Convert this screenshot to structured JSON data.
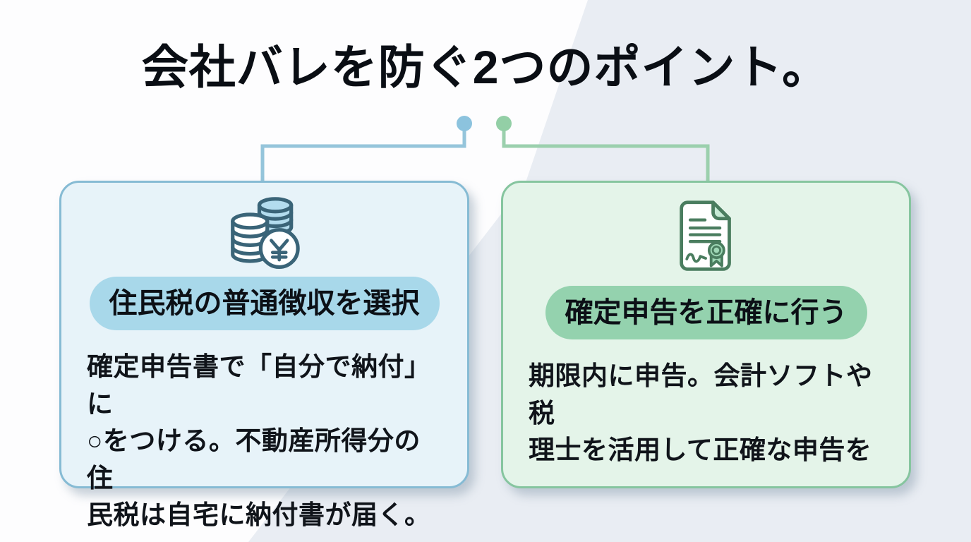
{
  "title": "会社バレを防ぐ2つのポイント。",
  "cards": [
    {
      "id": "resident-tax",
      "icon": "yen-coins-icon",
      "heading": "住民税の普通徴収を選択",
      "body": "確定申告書で「自分で納付」に\n○をつける。不動産所得分の住\n民税は自宅に納付書が届く。"
    },
    {
      "id": "tax-return",
      "icon": "certificate-icon",
      "heading": "確定申告を正確に行う",
      "body": "期限内に申告。会計ソフトや税\n理士を活用して正確な申告を"
    }
  ],
  "colors": {
    "accent_blue_dot": "#8cc3de",
    "accent_blue_line": "#95c5db",
    "accent_green_dot": "#93cfa6",
    "accent_green_line": "#9bd0ad",
    "card_blue_bg": "#e7f3f9",
    "card_blue_border": "#86bbd4",
    "card_green_bg": "#e4f4e9",
    "card_green_border": "#86c59f",
    "pill_blue": "#a8d8ea",
    "pill_green": "#94d2ae",
    "background_band": "#e9edf3",
    "title_color": "#0a0e14",
    "icon_blue_stroke": "#3a6478",
    "icon_green_stroke": "#4a7d5f"
  }
}
